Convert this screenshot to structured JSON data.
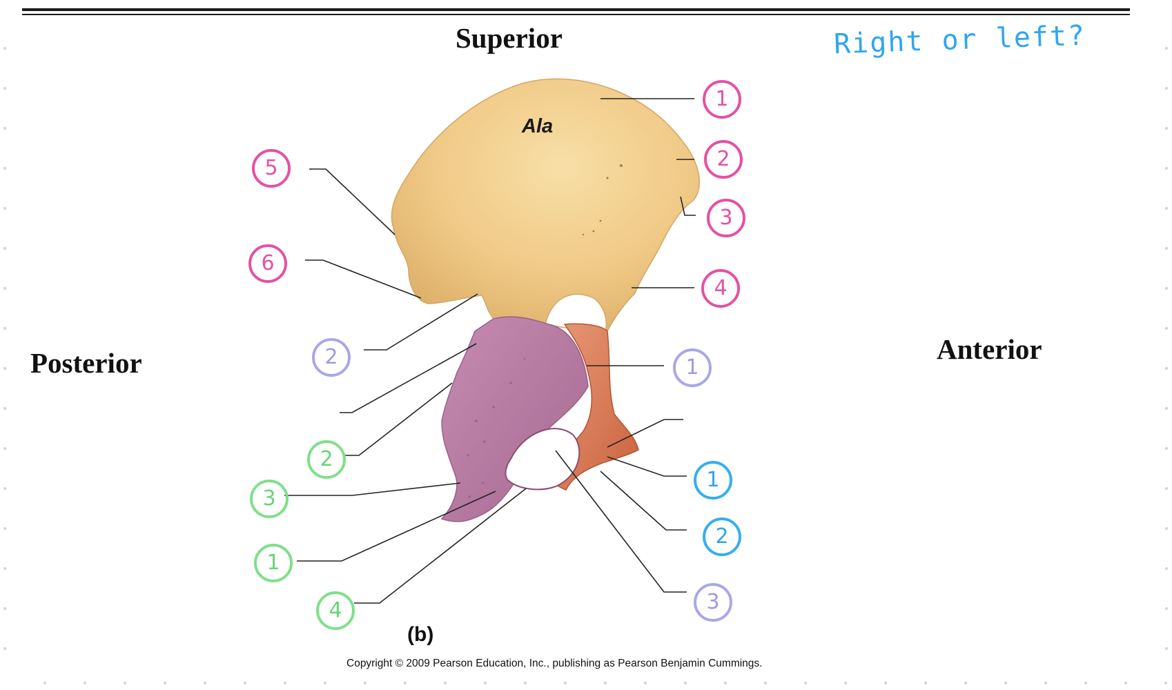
{
  "directions": {
    "superior": "Superior",
    "posterior": "Posterior",
    "anterior": "Anterior"
  },
  "handwritten_question": "Right or left?",
  "bone_label": "Ala",
  "panel_label": "(b)",
  "copyright": "Copyright © 2009 Pearson Education, Inc., publishing as Pearson Benjamin Cummings.",
  "markers": {
    "pink": [
      "1",
      "2",
      "3",
      "4",
      "5",
      "6"
    ],
    "lavender": [
      "1",
      "2",
      "3"
    ],
    "green": [
      "1",
      "2",
      "3",
      "4"
    ],
    "blue": [
      "1",
      "2"
    ]
  },
  "colors": {
    "ilium": "#f1cc8c",
    "ischium": "#b77aa2",
    "pubis": "#dc7c5c",
    "pink_marker": "#e451a3",
    "lavender_marker": "#a9a6ea",
    "green_marker": "#7ee08a",
    "blue_marker": "#35aef0",
    "handwriting": "#2fa6f0"
  }
}
